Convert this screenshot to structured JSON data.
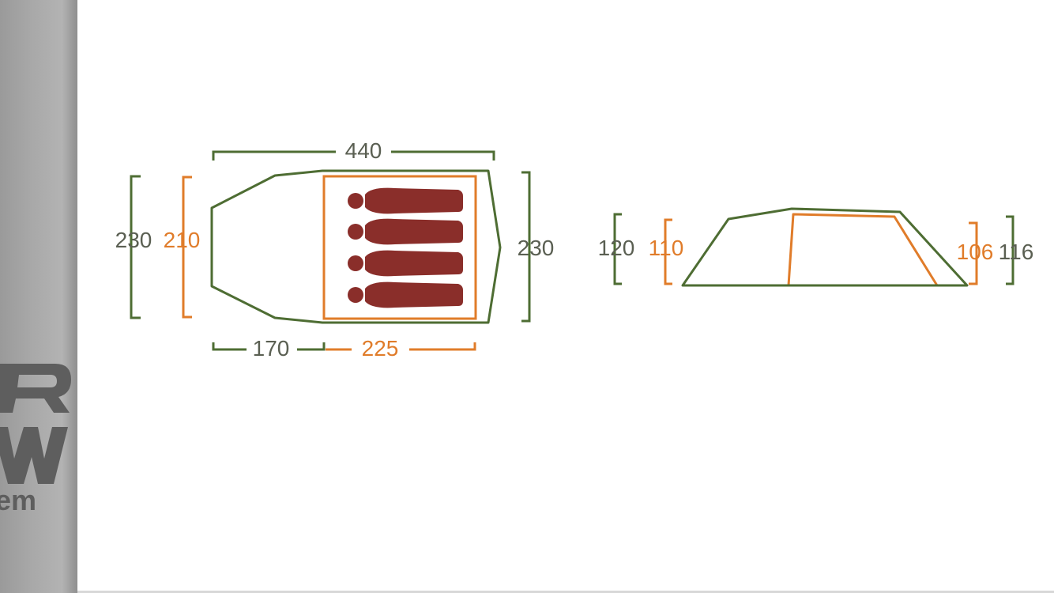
{
  "colors": {
    "outer_tent": "#4e6d33",
    "inner_tent": "#e07c2a",
    "occupants": "#8a2e2a",
    "dimension_text_outer": "#5a5f52",
    "dimension_text_inner": "#e07c2a",
    "background": "#ffffff",
    "sidebar_background": "#a8a8a8"
  },
  "plan_view": {
    "total_length": "440",
    "outer_width_left": "230",
    "inner_width": "210",
    "outer_width_right": "230",
    "porch_length": "170",
    "inner_length": "225",
    "occupants": 4
  },
  "side_view": {
    "outer_height_front": "120",
    "inner_height_front": "110",
    "inner_height_rear": "106",
    "outer_height_rear": "116"
  },
  "sidebar": {
    "logo_partial": "em"
  }
}
